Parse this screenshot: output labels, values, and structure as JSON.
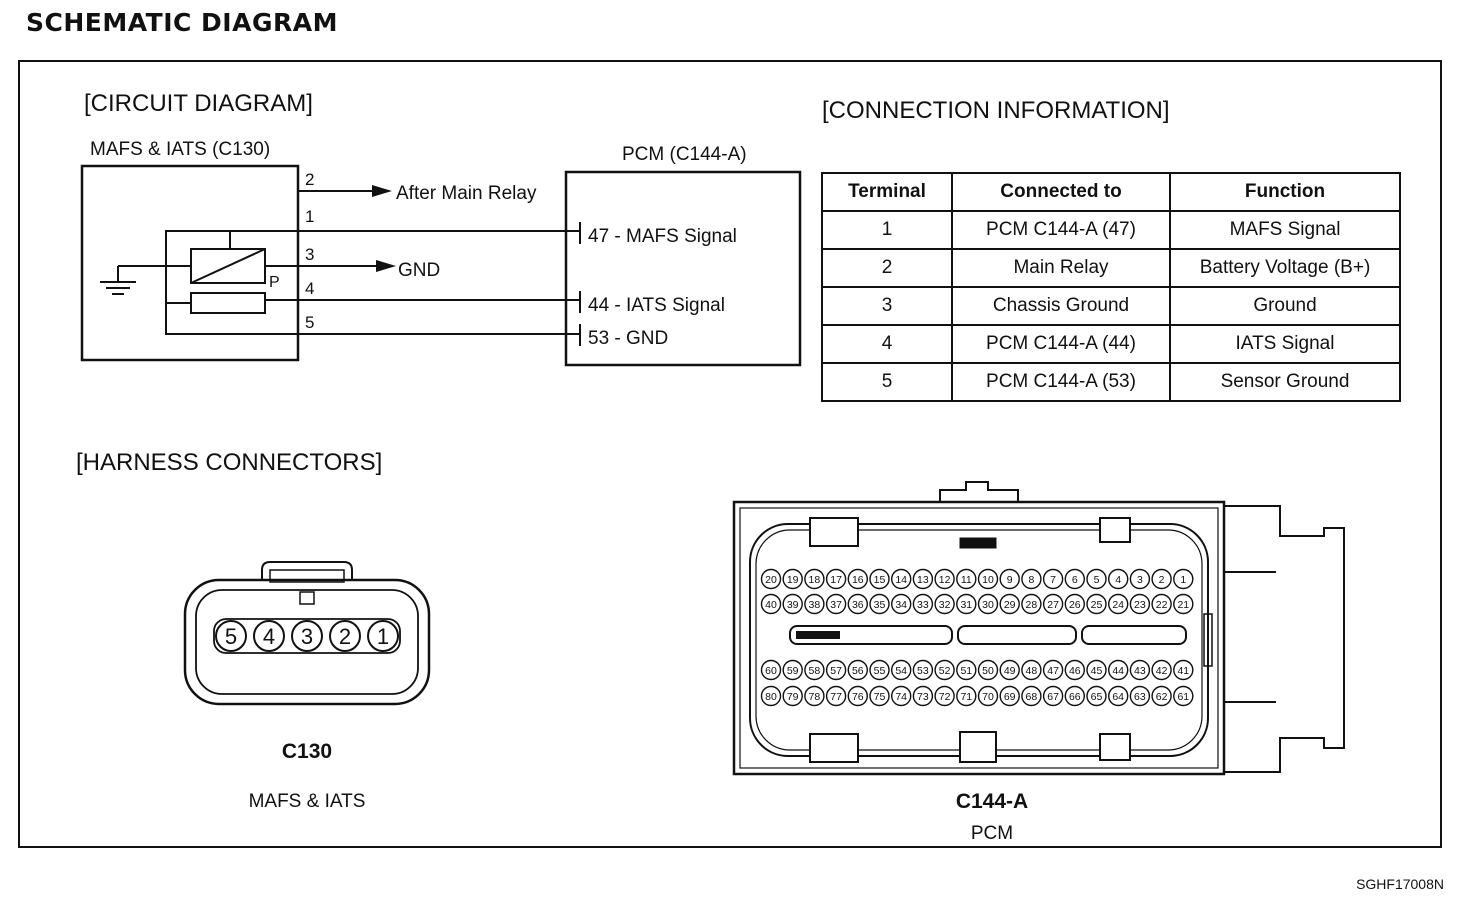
{
  "page_title": "SCHEMATIC DIAGRAM",
  "doc_code": "SGHF17008N",
  "circuit": {
    "title": "[CIRCUIT DIAGRAM]",
    "mafs_label": "MAFS & IATS (C130)",
    "pcm_label": "PCM (C144-A)",
    "pins": [
      "2",
      "1",
      "3",
      "4",
      "5"
    ],
    "after_main_relay": "After Main Relay",
    "gnd": "GND",
    "p_label": "P",
    "pcm_pins": [
      "47 - MAFS Signal",
      "44 - IATS Signal",
      "53 - GND"
    ]
  },
  "connection": {
    "title": "[CONNECTION INFORMATION]",
    "headers": [
      "Terminal",
      "Connected to",
      "Function"
    ],
    "rows": [
      [
        "1",
        "PCM C144-A (47)",
        "MAFS Signal"
      ],
      [
        "2",
        "Main Relay",
        "Battery Voltage (B+)"
      ],
      [
        "3",
        "Chassis Ground",
        "Ground"
      ],
      [
        "4",
        "PCM C144-A (44)",
        "IATS Signal"
      ],
      [
        "5",
        "PCM C144-A (53)",
        "Sensor Ground"
      ]
    ]
  },
  "harness": {
    "title": "[HARNESS CONNECTORS]",
    "c130": {
      "pins": [
        "5",
        "4",
        "3",
        "2",
        "1"
      ],
      "name": "C130",
      "desc": "MAFS & IATS"
    },
    "c144": {
      "name": "C144-A",
      "desc": "PCM",
      "rows": [
        [
          "20",
          "19",
          "18",
          "17",
          "16",
          "15",
          "14",
          "13",
          "12",
          "11",
          "10",
          "9",
          "8",
          "7",
          "6",
          "5",
          "4",
          "3",
          "2",
          "1"
        ],
        [
          "40",
          "39",
          "38",
          "37",
          "36",
          "35",
          "34",
          "33",
          "32",
          "31",
          "30",
          "29",
          "28",
          "27",
          "26",
          "25",
          "24",
          "23",
          "22",
          "21"
        ],
        [
          "60",
          "59",
          "58",
          "57",
          "56",
          "55",
          "54",
          "53",
          "52",
          "51",
          "50",
          "49",
          "48",
          "47",
          "46",
          "45",
          "44",
          "43",
          "42",
          "41"
        ],
        [
          "80",
          "79",
          "78",
          "77",
          "76",
          "75",
          "74",
          "73",
          "72",
          "71",
          "70",
          "69",
          "68",
          "67",
          "66",
          "65",
          "64",
          "63",
          "62",
          "61"
        ]
      ]
    }
  }
}
